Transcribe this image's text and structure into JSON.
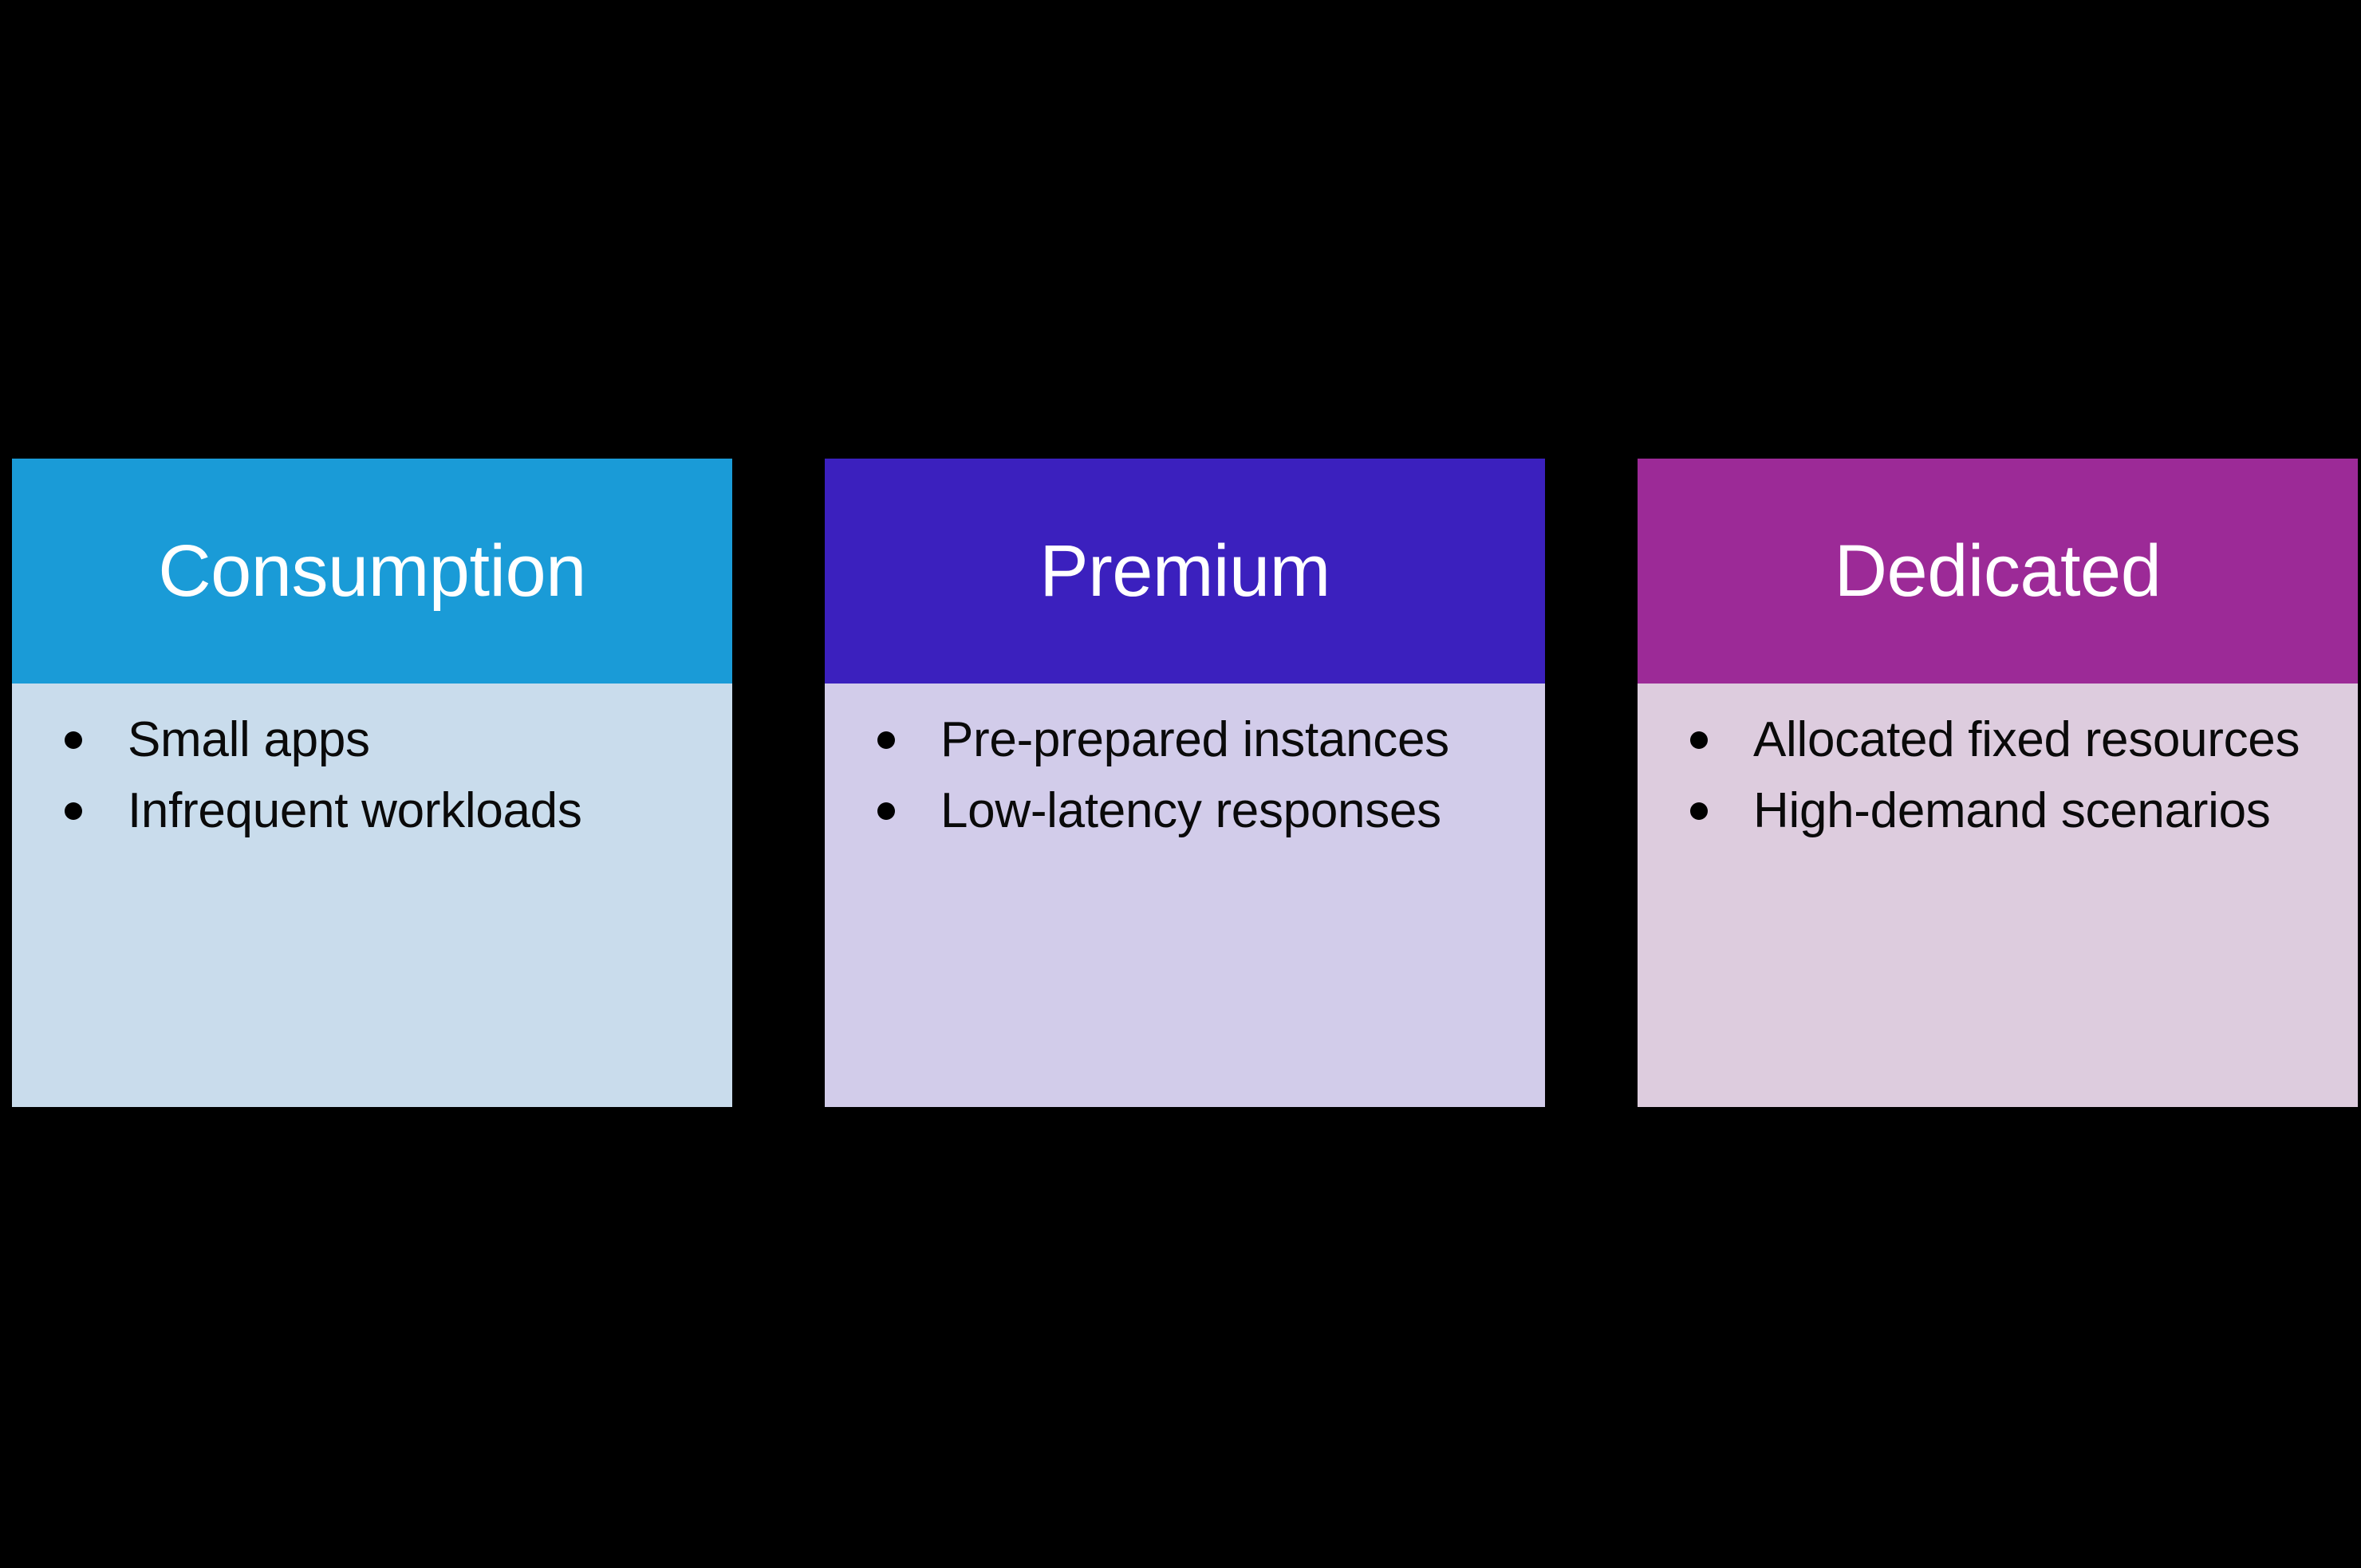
{
  "background_color": "#000000",
  "cards": [
    {
      "id": "consumption",
      "title": "Consumption",
      "header_color": "#1A9BD7",
      "body_color": "#C9DCEC",
      "title_color": "#FFFFFF",
      "text_color": "#000000",
      "bullets": [
        "Small apps",
        "Infrequent workloads"
      ]
    },
    {
      "id": "premium",
      "title": "Premium",
      "header_color": "#3B20BE",
      "body_color": "#D2CCEA",
      "title_color": "#FFFFFF",
      "text_color": "#000000",
      "bullets": [
        "Pre-prepared instances",
        "Low-latency responses"
      ]
    },
    {
      "id": "dedicated",
      "title": "Dedicated",
      "header_color": "#9C2A97",
      "body_color": "#DDCCDE",
      "title_color": "#FFFFFF",
      "text_color": "#000000",
      "bullets": [
        "Allocated fixed resources",
        "High-demand scenarios"
      ]
    }
  ]
}
